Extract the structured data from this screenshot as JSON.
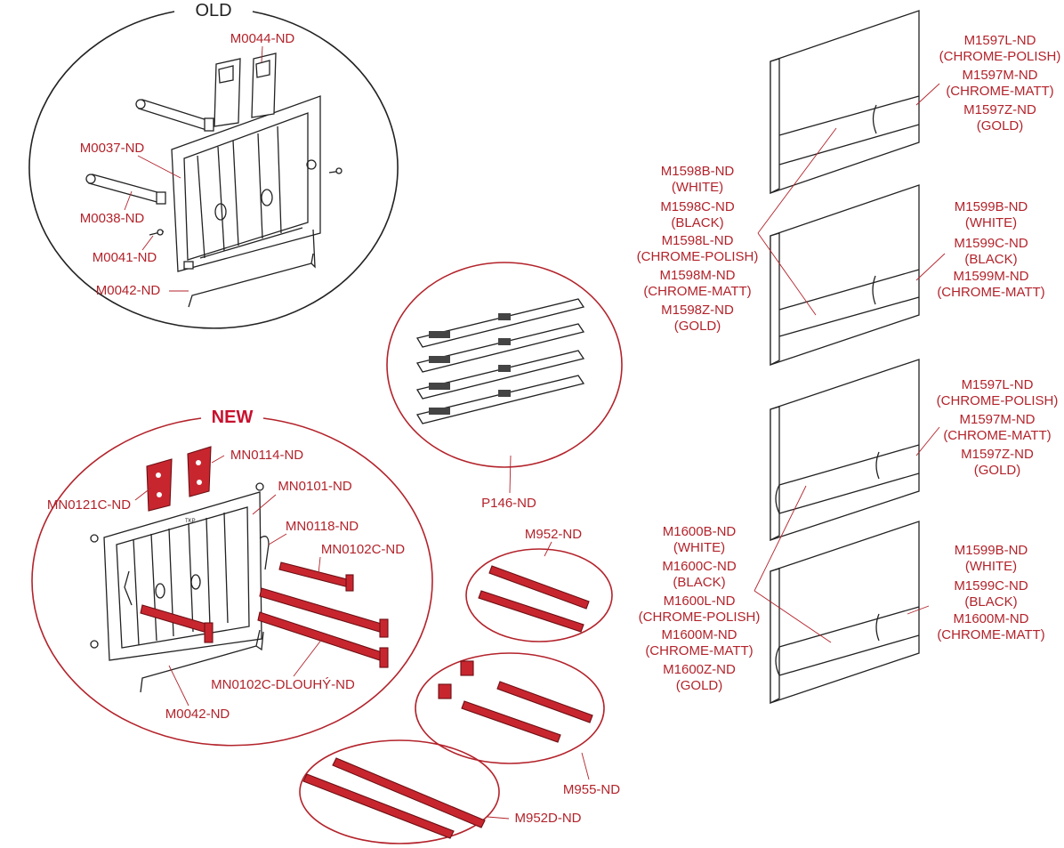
{
  "headers": {
    "old": "OLD",
    "new": "NEW"
  },
  "colors": {
    "label": "#b3232b",
    "part_red": "#c8262f",
    "outline": "#222222"
  },
  "labels": {
    "m0044": "M0044-ND",
    "m0037": "M0037-ND",
    "m0038": "M0038-ND",
    "m0041": "M0041-ND",
    "m0042_old": "M0042-ND",
    "mn0114": "MN0114-ND",
    "mn0121c": "MN0121C-ND",
    "mn0101": "MN0101-ND",
    "mn0118": "MN0118-ND",
    "mn0102c": "MN0102C-ND",
    "mn0102c_dlouhy": "MN0102C-DLOUHÝ-ND",
    "m0042_new": "M0042-ND",
    "p146": "P146-ND",
    "m952": "M952-ND",
    "m955": "M955-ND",
    "m952d": "M952D-ND"
  },
  "panel_groups": {
    "p1_right": [
      "M1597L-ND",
      "(CHROME-POLISH)",
      "M1597M-ND",
      "(CHROME-MATT)",
      "M1597Z-ND",
      "(GOLD)"
    ],
    "p1_left": [
      "M1598B-ND",
      "(WHITE)",
      "M1598C-ND",
      "(BLACK)",
      "M1598L-ND",
      "(CHROME-POLISH)",
      "M1598M-ND",
      "(CHROME-MATT)",
      "M1598Z-ND",
      "(GOLD)"
    ],
    "p2_right": [
      "M1599B-ND",
      "(WHITE)",
      "M1599C-ND",
      "(BLACK)",
      "M1599M-ND",
      "(CHROME-MATT)"
    ],
    "p3_right": [
      "M1597L-ND",
      "(CHROME-POLISH)",
      "M1597M-ND",
      "(CHROME-MATT)",
      "M1597Z-ND",
      "(GOLD)"
    ],
    "p3_left": [
      "M1600B-ND",
      "(WHITE)",
      "M1600C-ND",
      "(BLACK)",
      "M1600L-ND",
      "(CHROME-POLISH)",
      "M1600M-ND",
      "(CHROME-MATT)",
      "M1600Z-ND",
      "(GOLD)"
    ],
    "p4_right": [
      "M1599B-ND",
      "(WHITE)",
      "M1599C-ND",
      "(BLACK)",
      "M1600M-ND",
      "(CHROME-MATT)"
    ]
  }
}
